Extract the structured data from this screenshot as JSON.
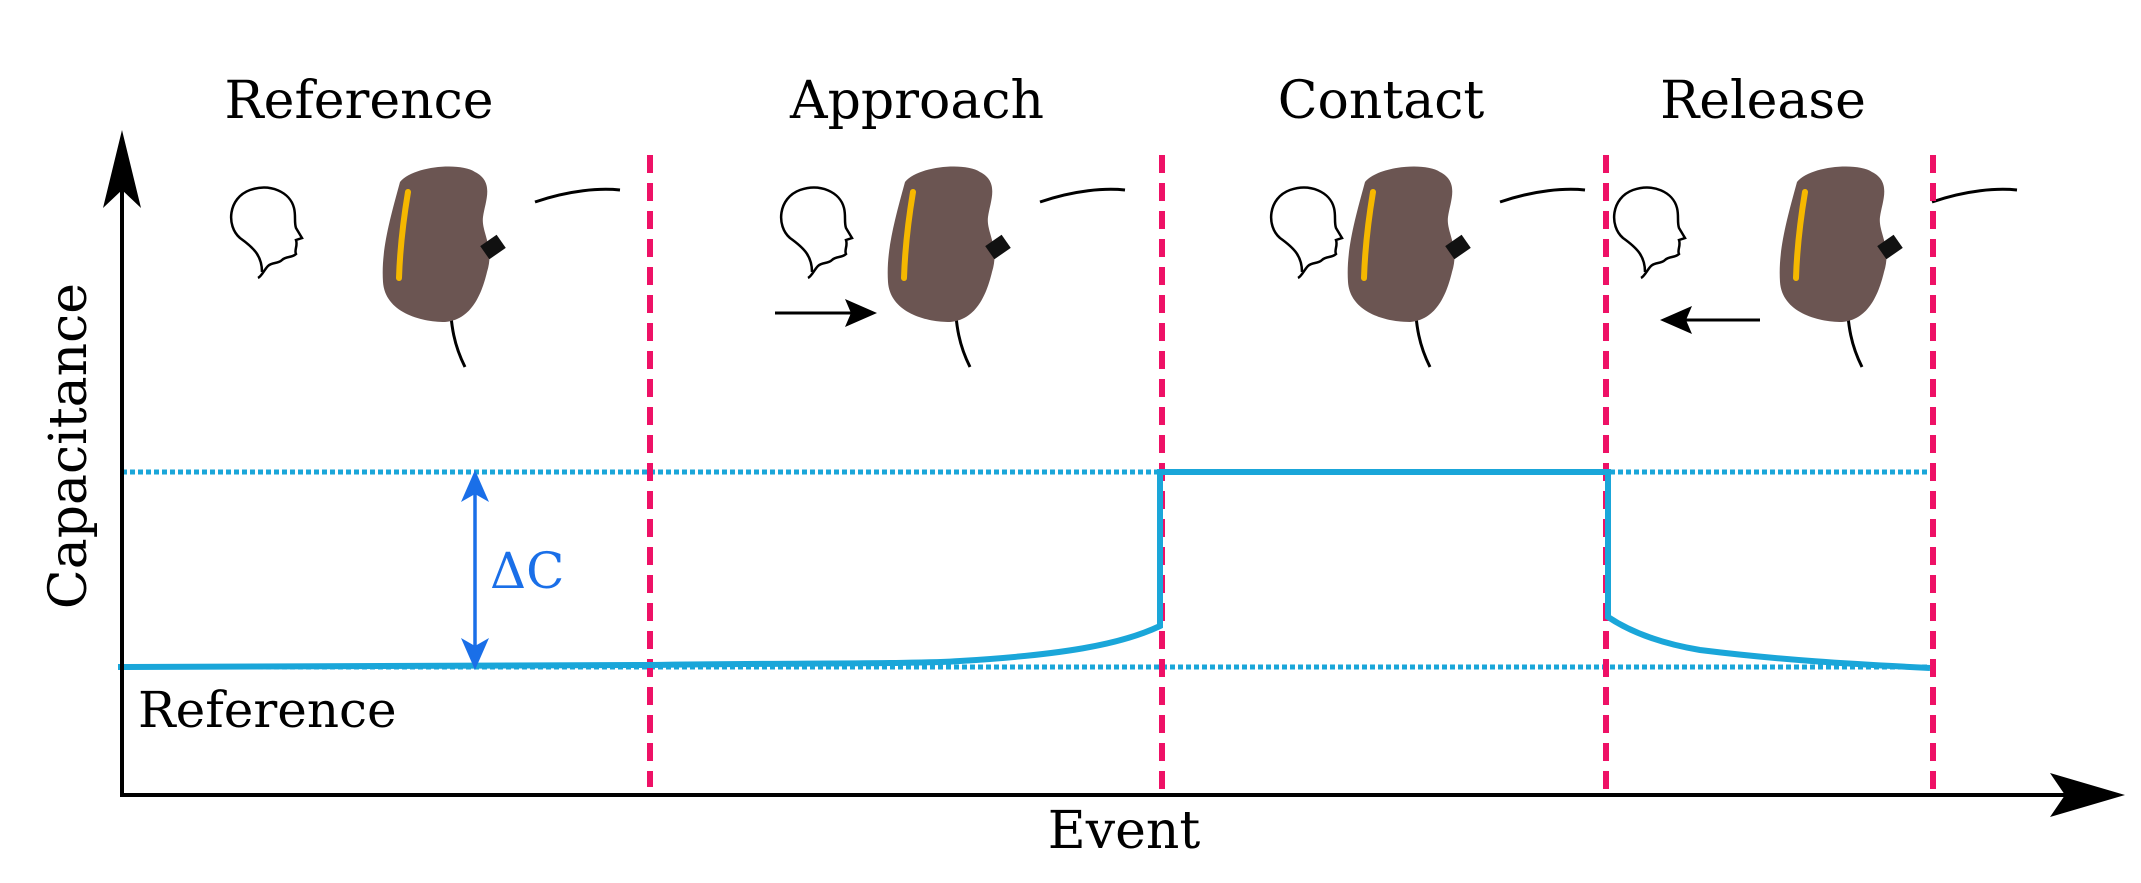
{
  "phases": [
    {
      "id": "reference",
      "label": "Reference",
      "arrow": "none"
    },
    {
      "id": "approach",
      "label": "Approach",
      "arrow": "right"
    },
    {
      "id": "contact",
      "label": "Contact",
      "arrow": "none"
    },
    {
      "id": "release",
      "label": "Release",
      "arrow": "left"
    }
  ],
  "axes": {
    "x_label": "Event",
    "y_label": "Capacitance"
  },
  "levels": {
    "reference_label": "Reference",
    "delta_label": "ΔC"
  },
  "colors": {
    "signal": "#1aa6d9",
    "boundary": "#ee1166",
    "delta": "#1a6fe8",
    "head": "#6b5552",
    "sensor_strip": "#f5b800",
    "sensor_block": "#111111",
    "axis": "#000000"
  },
  "icons": [
    "person-head-outline-icon",
    "headrest-icon",
    "sensor-strip-icon",
    "sensor-block-icon",
    "seat-back-icon"
  ]
}
